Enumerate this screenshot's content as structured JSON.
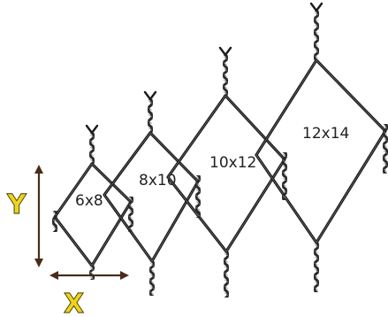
{
  "meshes": [
    {
      "label": "6x8"
    },
    {
      "label": "8x10"
    },
    {
      "label": "10x12"
    },
    {
      "label": "12x14"
    }
  ],
  "dimensions": {
    "height_label": "Y",
    "width_label": "X"
  },
  "colors": {
    "wire": "#1a1a1a",
    "dimension_arrow": "#4a2c1a",
    "dimension_letter": "#f2d21c"
  }
}
